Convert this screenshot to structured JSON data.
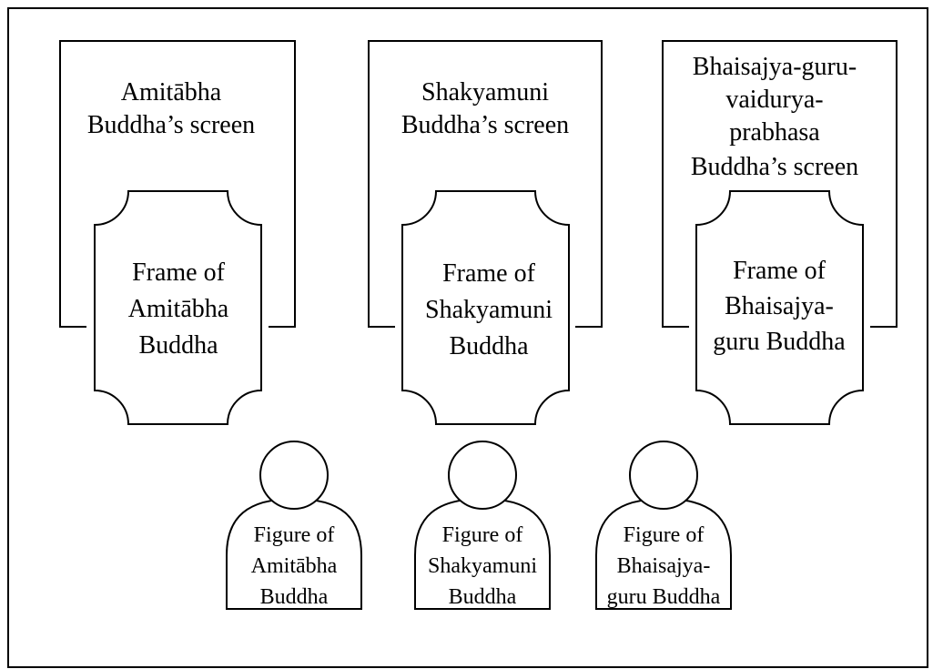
{
  "screens": [
    {
      "label_lines": [
        "Amitābha",
        "Buddha’s screen"
      ]
    },
    {
      "label_lines": [
        "Shakyamuni",
        "Buddha’s screen"
      ]
    },
    {
      "label_lines": [
        "Bhaisajya-guru-",
        "vaidurya-",
        "prabhasa",
        "Buddha’s screen"
      ]
    }
  ],
  "frames": [
    {
      "label_lines": [
        "Frame of",
        "Amitābha",
        "Buddha"
      ]
    },
    {
      "label_lines": [
        "Frame of",
        "Shakyamuni",
        "Buddha"
      ]
    },
    {
      "label_lines": [
        "Frame of",
        "Bhaisajya-",
        "guru Buddha"
      ]
    }
  ],
  "figures": [
    {
      "label_lines": [
        "Figure of",
        "Amitābha",
        "Buddha"
      ]
    },
    {
      "label_lines": [
        "Figure of",
        "Shakyamuni",
        "Buddha"
      ]
    },
    {
      "label_lines": [
        "Figure of",
        "Bhaisajya-",
        "guru Buddha"
      ]
    }
  ]
}
